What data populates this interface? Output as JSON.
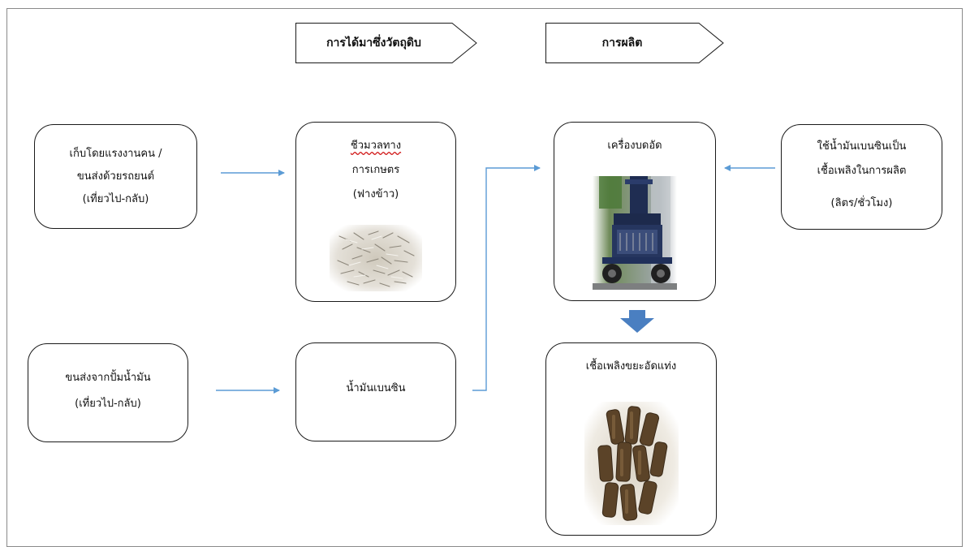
{
  "headers": {
    "raw_material": "การได้มาซึ่งวัตถุดิบ",
    "production": "การผลิต"
  },
  "nodes": {
    "manual_collection": {
      "line1": "เก็บโดยแรงงานคน /",
      "line2": "ขนส่งด้วยรถยนต์",
      "line3": "(เที่ยวไป-กลับ)"
    },
    "biomass": {
      "line1": "ชีวมวลทาง",
      "line2": "การเกษตร",
      "line3": "(ฟางข้าว)"
    },
    "press_machine": {
      "line1": "เครื่องบดอัด"
    },
    "gasoline_fuel": {
      "line1": "ใช้น้ำมันเบนซินเป็น",
      "line2": "เชื้อเพลิงในการผลิต",
      "line3": "(ลิตร/ชั่วโมง)"
    },
    "fuel_transport": {
      "line1": "ขนส่งจากปั้มน้ำมัน",
      "line2": "(เที่ยวไป-กลับ)"
    },
    "gasoline": {
      "line1": "น้ำมันเบนซิน"
    },
    "waste_fuel": {
      "line1": "เชื้อเพลิงขยะอัดแท่ง"
    }
  },
  "colors": {
    "connector": "#5b9bd5",
    "big_arrow": "#4a7fc1",
    "border": "#1a1a1a",
    "spellcheck": "#d11a1a"
  }
}
